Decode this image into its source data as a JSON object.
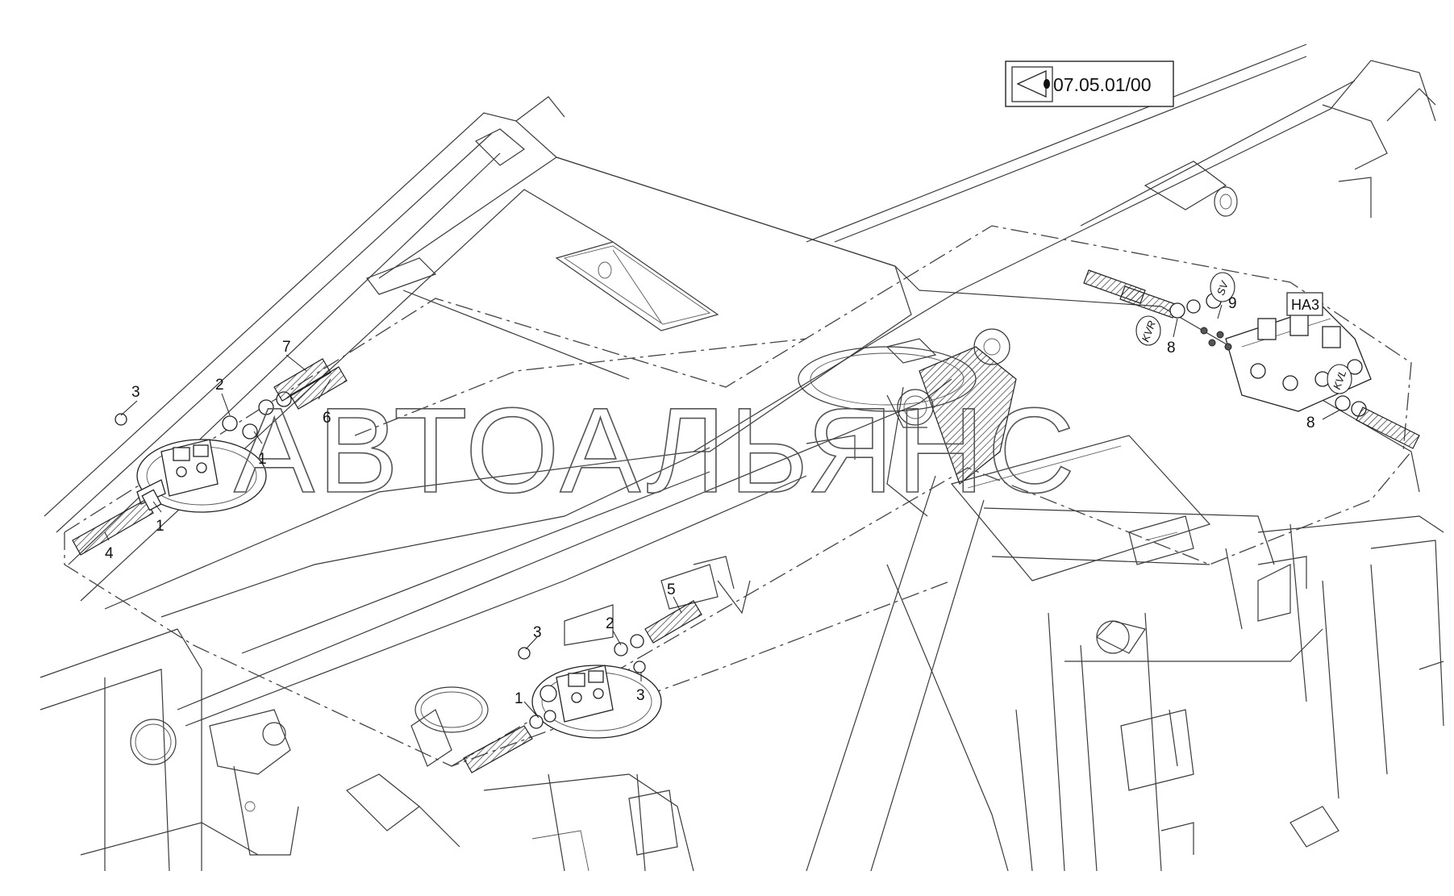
{
  "reference": {
    "code": "07.05.01/00",
    "icon": "view-arrow-icon"
  },
  "watermark": "АВТОАЛЬЯНС",
  "callouts": {
    "c1a": "1",
    "c1b": "1",
    "c1c": "1",
    "c2a": "2",
    "c2b": "2",
    "c3a": "3",
    "c3b": "3",
    "c3c": "3",
    "c4": "4",
    "c5": "5",
    "c6": "6",
    "c7": "7",
    "c8a": "8",
    "c8b": "8",
    "c9": "9"
  },
  "tags": {
    "sv": "SV",
    "kvr": "KVR",
    "kvl": "KVL",
    "ha3": "HA3"
  }
}
